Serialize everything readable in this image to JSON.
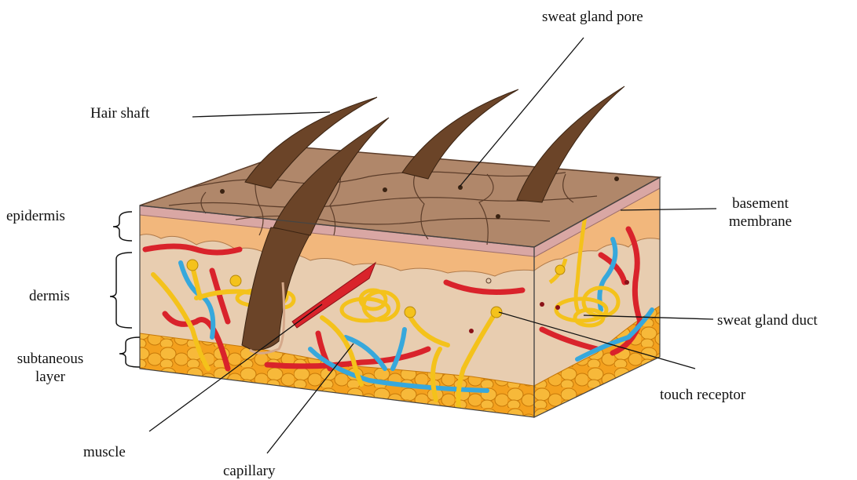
{
  "labels": {
    "sweat_gland_pore": "sweat gland pore",
    "hair_shaft": "Hair shaft",
    "basement_membrane_line1": "basement",
    "basement_membrane_line2": "membrane",
    "epidermis": "epidermis",
    "dermis": "dermis",
    "subtaneous_line1": "subtaneous",
    "subtaneous_line2": "layer",
    "sweat_gland_duct": "sweat gland duct",
    "touch_receptor": "touch receptor",
    "muscle": "muscle",
    "capillary": "capillary"
  },
  "colors": {
    "skin_top": "#b0876a",
    "skin_cell_lines": "#5c3d2a",
    "epidermis_band": "#f2b77c",
    "basement_band": "#d9a7a4",
    "dermis": "#e8cdb0",
    "fat": "#f0a727",
    "artery": "#d9232b",
    "vein": "#37a8dc",
    "nerve": "#f4c21b",
    "hair": "#6b4428"
  },
  "icons": {
    "diagram": "skin-cross-section"
  }
}
